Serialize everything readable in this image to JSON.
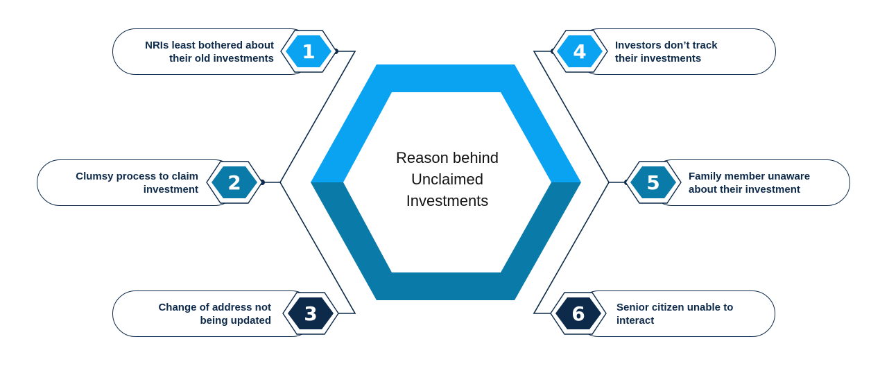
{
  "center": {
    "title_lines": [
      "Reason behind",
      "Unclaimed",
      "Investments"
    ]
  },
  "reasons": [
    {
      "number": "1",
      "text_lines": [
        "NRIs least bothered about",
        "their old investments"
      ]
    },
    {
      "number": "2",
      "text_lines": [
        "Clumsy process to claim",
        "investment"
      ]
    },
    {
      "number": "3",
      "text_lines": [
        "Change of address not",
        "being updated"
      ]
    },
    {
      "number": "4",
      "text_lines": [
        "Investors don’t track",
        "their investments"
      ]
    },
    {
      "number": "5",
      "text_lines": [
        "Family member unaware",
        "about their investment"
      ]
    },
    {
      "number": "6",
      "text_lines": [
        "Senior citizen unable to",
        "interact"
      ]
    }
  ],
  "colors": {
    "light_blue": "#0aa3f2",
    "mid_blue": "#0a7aa8",
    "dark_navy": "#0d2a4a",
    "outline": "#0d2a4a"
  }
}
